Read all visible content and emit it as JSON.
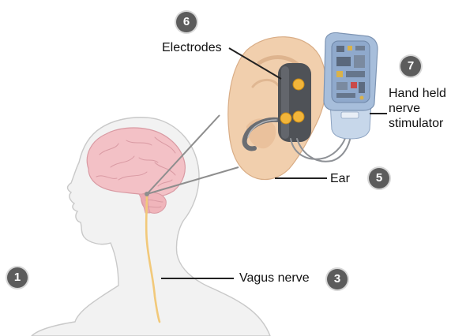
{
  "labels": {
    "electrodes": "Electrodes",
    "hand_held": [
      "Hand held",
      "nerve",
      "stimulator"
    ],
    "ear": "Ear",
    "vagus_nerve": "Vagus nerve"
  },
  "badges": {
    "head": "1",
    "vagus_nerve": "3",
    "ear": "5",
    "electrodes": "6",
    "stimulator": "7"
  },
  "icons": [
    "human-head-outline",
    "brain-illustration",
    "vagus-nerve-line",
    "ear-illustration",
    "ear-electrode-clip",
    "stimulator-device"
  ],
  "colors": {
    "skin": "#f2f2f2",
    "head_outline": "#c9c9c9",
    "brain": "#f3c1c6",
    "brain_folds": "#d99aa3",
    "nerve": "#f2c97a",
    "ear": "#f1cfad",
    "ear_shadow": "#d9ad86",
    "clip": "#4f5257",
    "electrode": "#f2b53a",
    "device_body": "#a7bedb",
    "device_lower": "#c7d7ea",
    "badge": "#5c5c5c",
    "leader": "#222222",
    "pointer": "#8e8e8e"
  }
}
